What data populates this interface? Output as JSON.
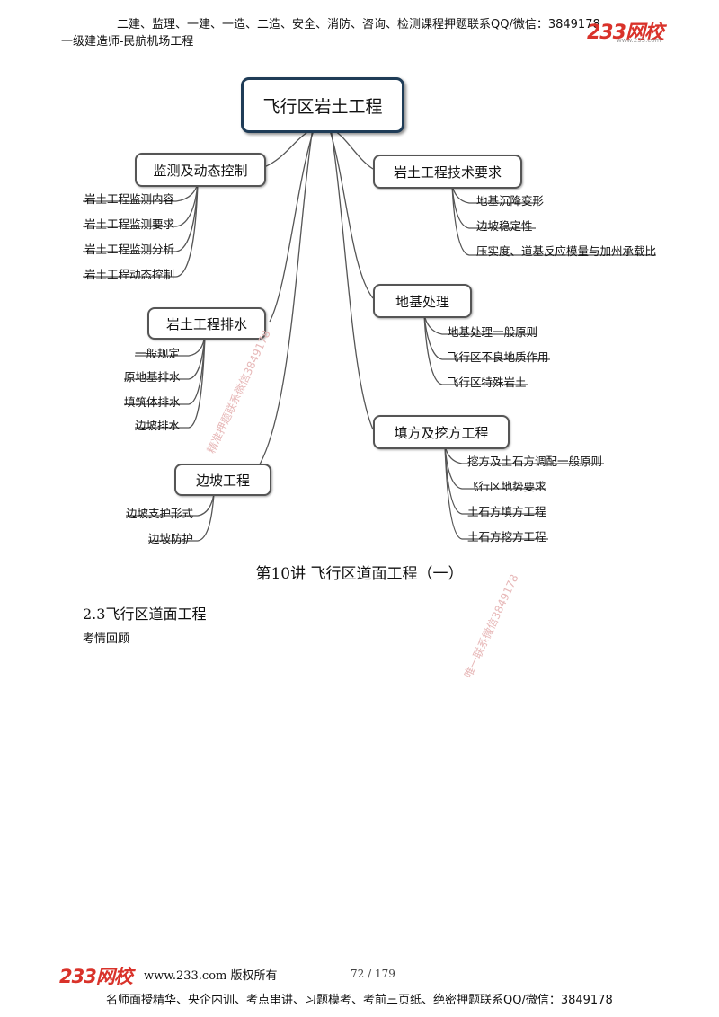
{
  "header": {
    "ad_text": "二建、监理、一建、一造、二造、安全、消防、咨询、检测课程押题联系QQ/微信：3849178",
    "subtitle": "一级建造师-民航机场工程",
    "logo": "233网校",
    "logo_url": "www.233.com"
  },
  "mindmap": {
    "root": "飞行区岩土工程",
    "left_branches": [
      {
        "label": "监测及动态控制",
        "items": [
          "岩土工程监测内容",
          "岩土工程监测要求",
          "岩土工程监测分析",
          "岩土工程动态控制"
        ]
      },
      {
        "label": "岩土工程排水",
        "items": [
          "一般规定",
          "原地基排水",
          "填筑体排水",
          "边坡排水"
        ]
      },
      {
        "label": "边坡工程",
        "items": [
          "边坡支护形式",
          "边坡防护"
        ]
      }
    ],
    "right_branches": [
      {
        "label": "岩土工程技术要求",
        "items": [
          "地基沉降变形",
          "边坡稳定性",
          "压实度、道基反应模量与加州承载比"
        ]
      },
      {
        "label": "地基处理",
        "items": [
          "地基处理一般原则",
          "飞行区不良地质作用",
          "飞行区特殊岩土"
        ]
      },
      {
        "label": "填方及挖方工程",
        "items": [
          "挖方及土石方调配一般原则",
          "飞行区地势要求",
          "土石方填方工程",
          "土石方挖方工程"
        ]
      }
    ]
  },
  "lecture_title": "第10讲  飞行区道面工程（一）",
  "section_title": "2.3飞行区道面工程",
  "section_sub": "考情回顾",
  "watermarks": [
    "精准押题联系微信3849178",
    "唯一联系微信3849178"
  ],
  "footer": {
    "logo": "233网校",
    "site": "www.233.com 版权所有",
    "page": "72 / 179",
    "ad_text": "名师面授精华、央企内训、考点串讲、习题模考、考前三页纸、绝密押题联系QQ/微信：3849178"
  },
  "colors": {
    "logo_red": "#d9322a",
    "root_border": "#1f3c57",
    "node_border": "#555555",
    "watermark": "#e7b8b8"
  }
}
